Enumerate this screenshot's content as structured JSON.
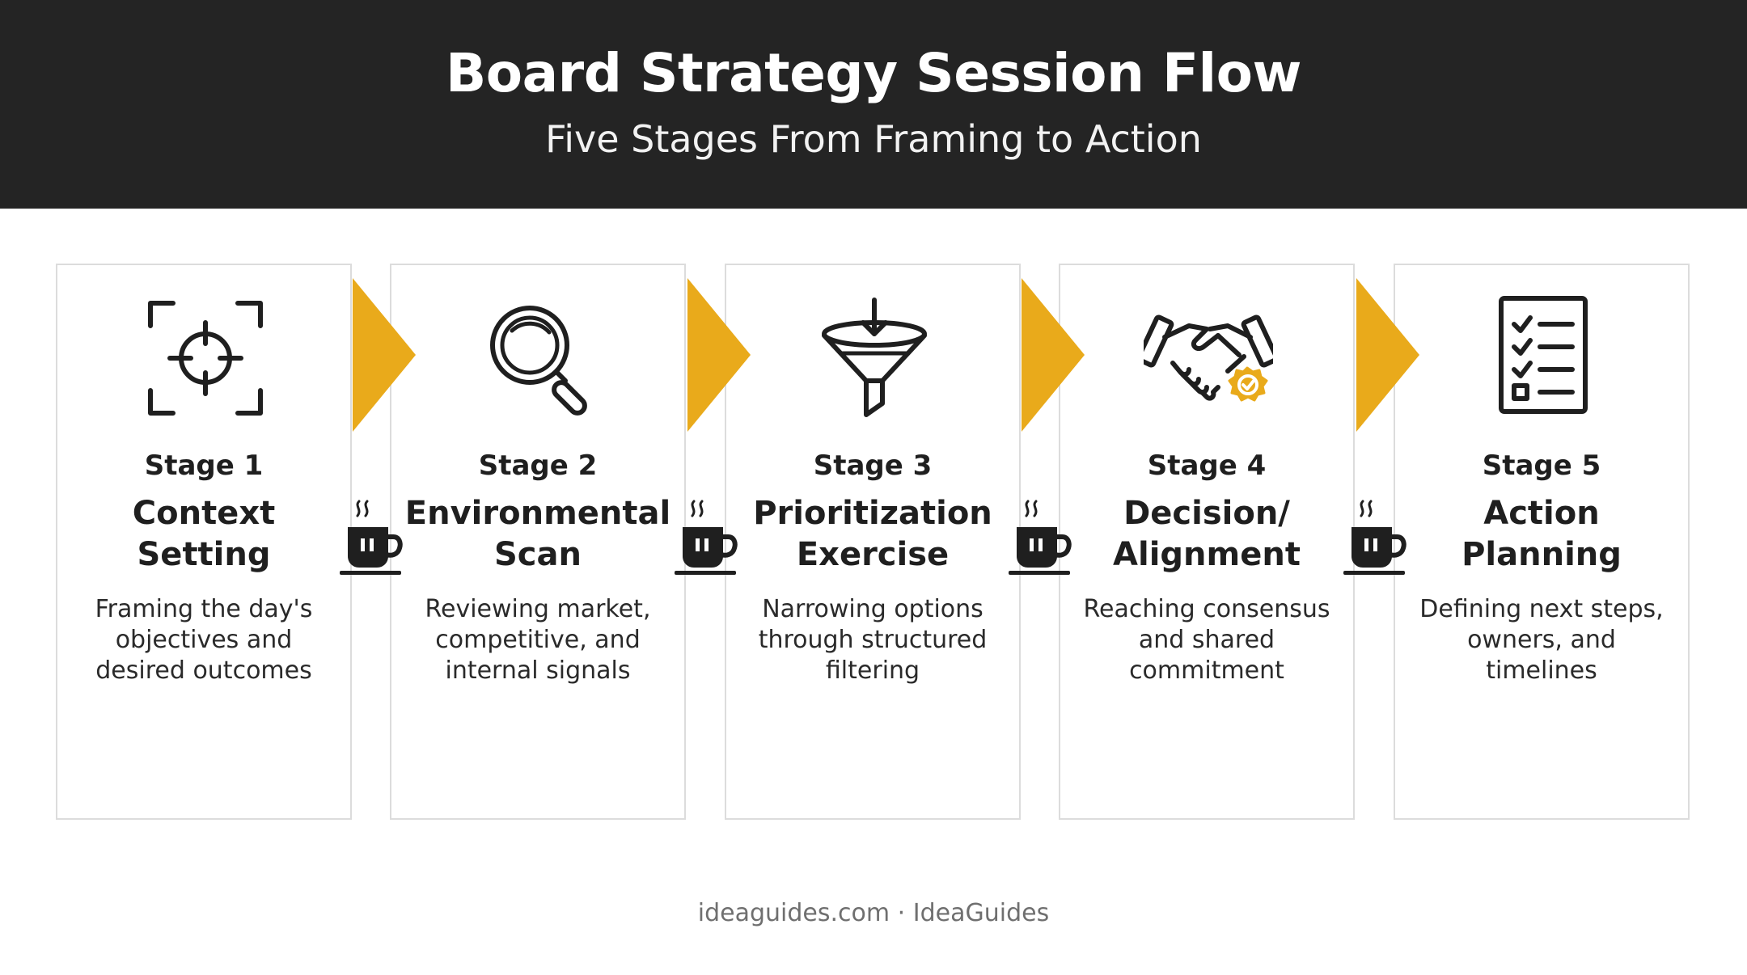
{
  "header": {
    "title": "Board Strategy Session Flow",
    "subtitle": "Five Stages From Framing to Action"
  },
  "stages": [
    {
      "label": "Stage 1",
      "title_line1": "Context",
      "title_line2": "Setting",
      "desc_lines": [
        "Framing the day's",
        "objectives and",
        "desired outcomes"
      ],
      "icon": "target-crosshair-icon"
    },
    {
      "label": "Stage 2",
      "title_line1": "Environmental",
      "title_line2": "Scan",
      "desc_lines": [
        "Reviewing market,",
        "competitive, and",
        "internal signals"
      ],
      "icon": "magnifying-glass-icon"
    },
    {
      "label": "Stage 3",
      "title_line1": "Prioritization",
      "title_line2": "Exercise",
      "desc_lines": [
        "Narrowing options",
        "through structured",
        "filtering"
      ],
      "icon": "funnel-icon"
    },
    {
      "label": "Stage 4",
      "title_line1": "Decision/",
      "title_line2": "Alignment",
      "desc_lines": [
        "Reaching consensus",
        "and shared",
        "commitment"
      ],
      "icon": "handshake-badge-icon"
    },
    {
      "label": "Stage 5",
      "title_line1": "Action",
      "title_line2": "Planning",
      "desc_lines": [
        "Defining next steps,",
        "owners, and",
        "timelines"
      ],
      "icon": "checklist-icon"
    }
  ],
  "connectors": {
    "arrow_icon": "chevron-arrow-icon",
    "break_icon": "coffee-cup-icon"
  },
  "footer": {
    "text": "ideaguides.com · IdeaGuides"
  },
  "colors": {
    "header_bg": "#242424",
    "accent": "#E9AA1B",
    "card_border": "#DCDCDC",
    "icon": "#1F1F1F"
  }
}
